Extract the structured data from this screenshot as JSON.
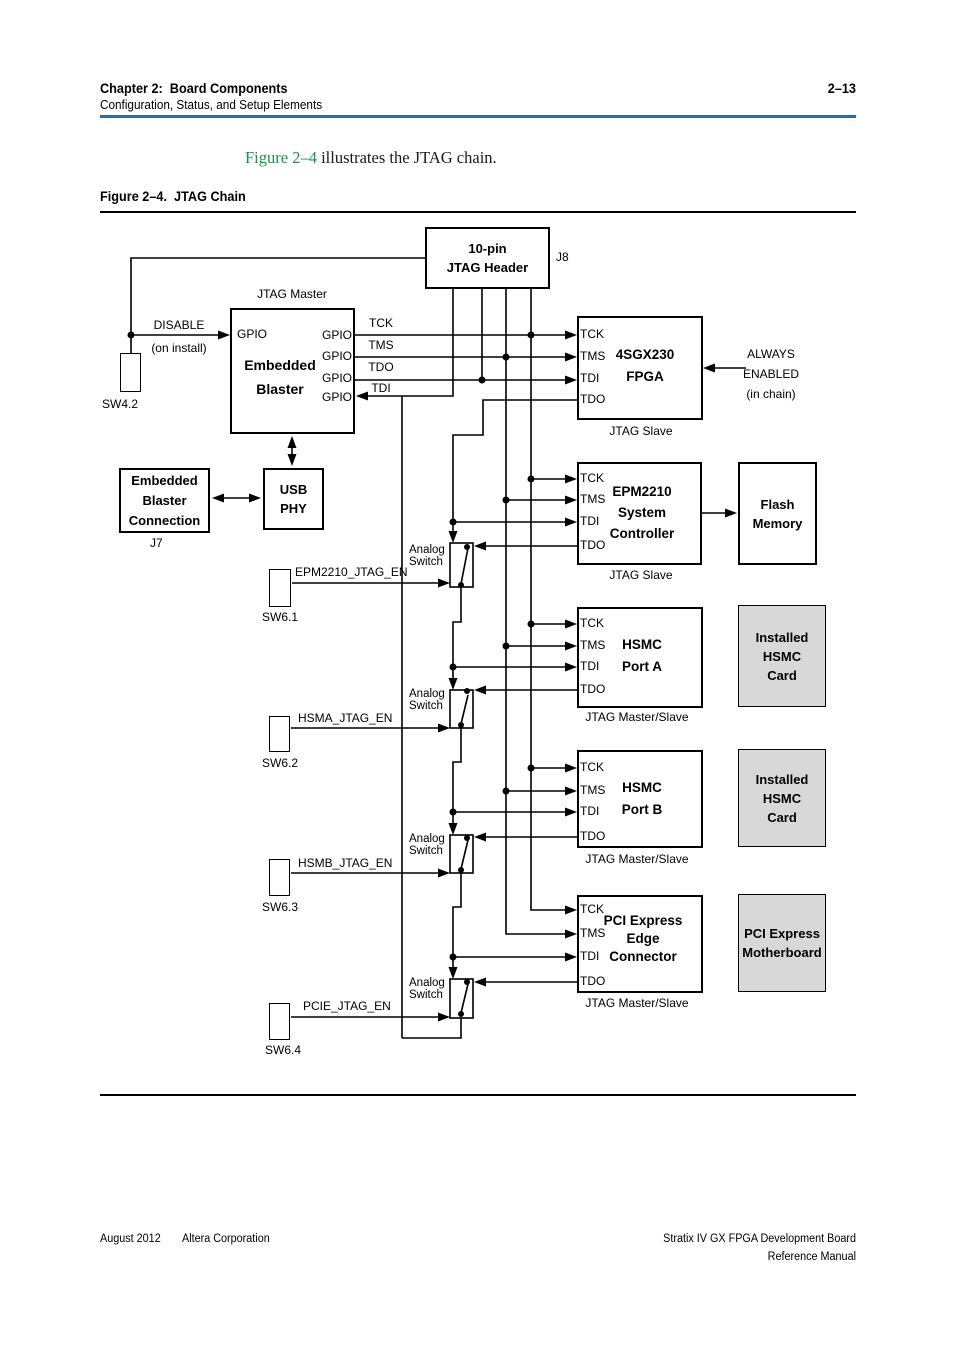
{
  "page": {
    "header": {
      "chapter": "Chapter 2:  Board Components",
      "section": "Configuration, Status, and Setup Elements",
      "page_number": "2–13"
    },
    "intro": {
      "link": "Figure 2–4",
      "text": " illustrates the JTAG chain."
    },
    "figure_caption": "Figure 2–4.  JTAG Chain",
    "footer": {
      "date": "August 2012",
      "company": "Altera Corporation",
      "doc_line1": "Stratix IV GX FPGA Development Board",
      "doc_line2": "Reference Manual"
    }
  },
  "diagram": {
    "jtag_header": {
      "title": [
        "10-pin",
        "JTAG Header"
      ],
      "ref": "J8"
    },
    "blaster": {
      "role": "JTAG Master",
      "title": [
        "Embedded",
        "Blaster"
      ],
      "gpio_in": "GPIO",
      "gpio_pins": [
        "GPIO",
        "GPIO",
        "GPIO",
        "GPIO"
      ],
      "signals": [
        "TCK",
        "TMS",
        "TDO",
        "TDI"
      ]
    },
    "disable_note": [
      "DISABLE",
      "(on install)"
    ],
    "sw42": "SW4.2",
    "fpga": {
      "pins": [
        "TCK",
        "TMS",
        "TDI",
        "TDO"
      ],
      "title": [
        "4SGX230",
        "FPGA"
      ],
      "role": "JTAG Slave",
      "note": [
        "ALWAYS",
        "ENABLED",
        "(in chain)"
      ]
    },
    "epm": {
      "pins": [
        "TCK",
        "TMS",
        "TDI",
        "TDO"
      ],
      "title": [
        "EPM2210",
        "System",
        "Controller"
      ],
      "role": "JTAG Slave",
      "enable": "EPM2210_JTAG_EN",
      "sw": "SW6.1"
    },
    "flash": {
      "title": [
        "Flash",
        "Memory"
      ]
    },
    "hsmc_a": {
      "pins": [
        "TCK",
        "TMS",
        "TDI",
        "TDO"
      ],
      "title": [
        "HSMC",
        "Port A"
      ],
      "role": "JTAG Master/Slave",
      "enable": "HSMA_JTAG_EN",
      "sw": "SW6.2",
      "card": [
        "Installed",
        "HSMC",
        "Card"
      ]
    },
    "hsmc_b": {
      "pins": [
        "TCK",
        "TMS",
        "TDI",
        "TDO"
      ],
      "title": [
        "HSMC",
        "Port B"
      ],
      "role": "JTAG Master/Slave",
      "enable": "HSMB_JTAG_EN",
      "sw": "SW6.3",
      "card": [
        "Installed",
        "HSMC",
        "Card"
      ]
    },
    "pcie": {
      "pins": [
        "TCK",
        "TMS",
        "TDI",
        "TDO"
      ],
      "title": [
        "PCI Express",
        "Edge",
        "Connector"
      ],
      "role": "JTAG Master/Slave",
      "enable": "PCIE_JTAG_EN",
      "sw": "SW6.4",
      "card": [
        "PCI Express",
        "Motherboard"
      ]
    },
    "analog_switch": [
      "Analog",
      "Switch"
    ],
    "usb": {
      "conn": [
        "Embedded",
        "Blaster",
        "Connection"
      ],
      "conn_ref": "J7",
      "phy": [
        "USB",
        "PHY"
      ]
    }
  },
  "colors": {
    "link_green": "#1a9347",
    "header_rule_blue": "#2a6f9e",
    "card_gray": "#d8d8d8"
  }
}
